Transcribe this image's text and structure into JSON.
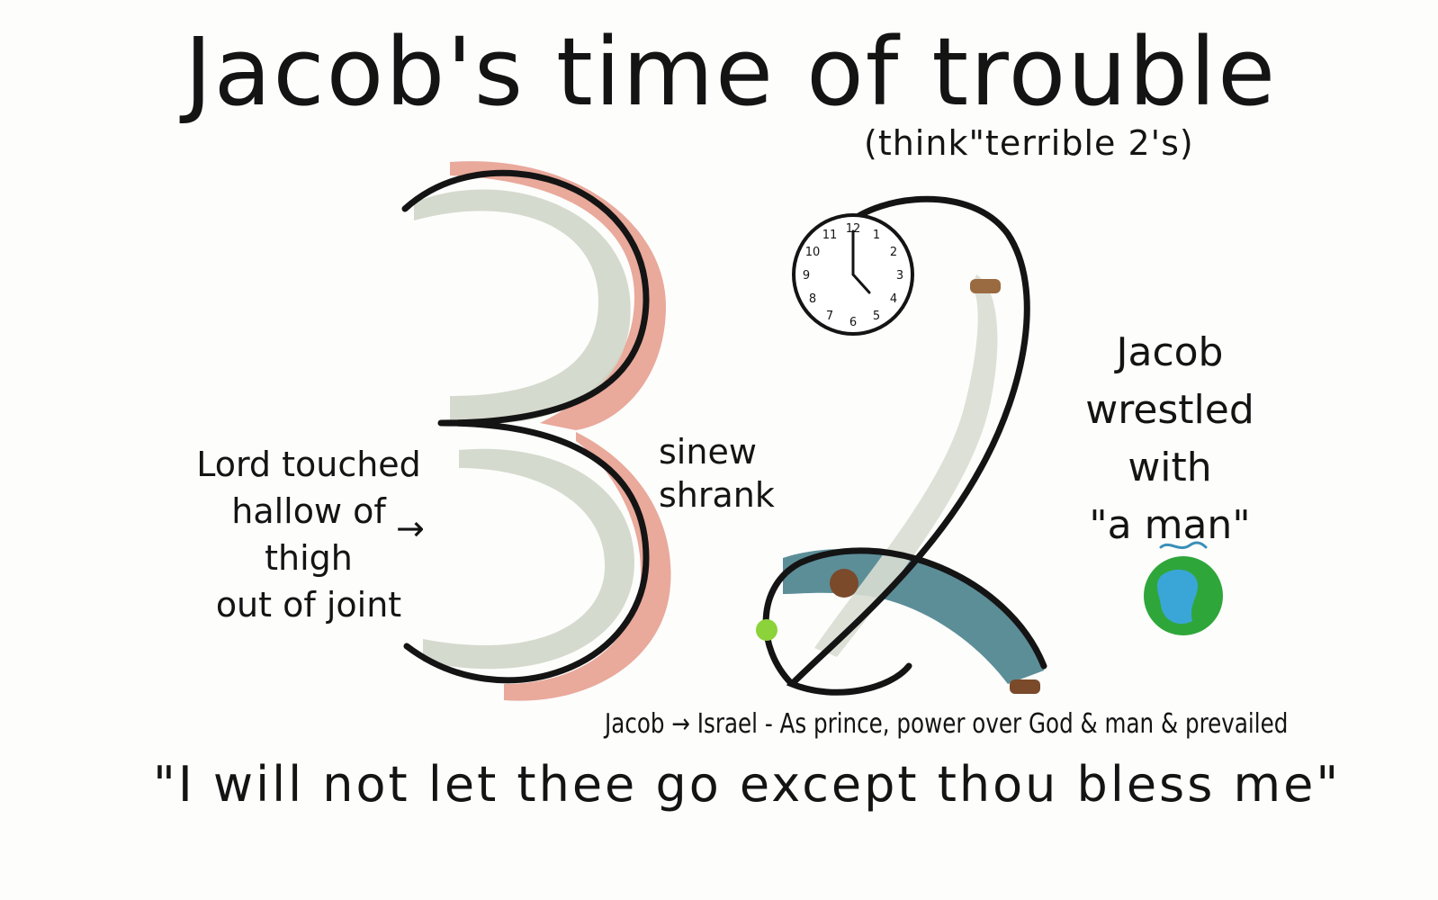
{
  "title": "Jacob's time of trouble",
  "subtitle": "(think\"terrible 2's)",
  "left_note": "Lord touched\nhallow of\nthigh\nout of joint",
  "left_arrow": "→",
  "sinew_note": "sinew\nshrank",
  "right_note": "Jacob\nwrestled\nwith\n\"a man\"",
  "name_change": "Jacob → Israel - As prince, power over God & man & prevailed",
  "quote": "\"I will not let thee go except thou bless me\"",
  "clock": {
    "numbers": [
      "12",
      "1",
      "2",
      "3",
      "4",
      "5",
      "6",
      "7",
      "8",
      "9",
      "10",
      "11"
    ]
  },
  "colors": {
    "ink": "#141414",
    "sinew_red": "#e59a8a",
    "shade_green": "#c8d0c0",
    "robe_blue": "#3f7a86",
    "earth_green": "#2fa63a",
    "earth_blue": "#3aa6d8",
    "skin_brown": "#7a4a2a"
  }
}
